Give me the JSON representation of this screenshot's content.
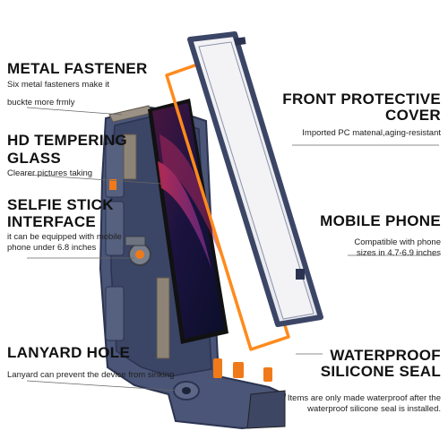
{
  "features": {
    "metal_fastener": {
      "title": "METAL FASTENER",
      "desc_line1": "Six metal fasteners make it",
      "desc_line2": "buckte more frmly"
    },
    "hd_glass": {
      "title_line1": "HD TEMPERING",
      "title_line2": "GLASS",
      "desc": "Clearer pictures taking"
    },
    "selfie_stick": {
      "title_line1": "SELFIE STICK",
      "title_line2": "INTERFACE",
      "desc_line1": "it can be equipped with mobile",
      "desc_line2": "phone under 6.8 inches"
    },
    "lanyard_hole": {
      "title": "LANYARD HOLE",
      "desc": "Lanyard can prevent the device from sinking"
    },
    "front_cover": {
      "title_line1": "FRONT PROTECTIVE",
      "title_line2": "COVER",
      "desc": "Imported PC matenal,aging-resistant"
    },
    "mobile_phone": {
      "title": "MOBILE PHONE",
      "desc_line1": "Compatible with phone",
      "desc_line2": "sizes in 4.7-6.9 inches"
    },
    "waterproof_seal": {
      "title_line1": "WATERPROOF",
      "title_line2": "SILICONE SEAL",
      "desc_line1": "Items are only made waterproof after the",
      "desc_line2": "waterproof silicone seal is installed."
    }
  },
  "colors": {
    "case_body": "#4a5577",
    "case_dark": "#2b3350",
    "accent_orange": "#f07a1a",
    "seal_orange": "#ff8a1c",
    "metal": "#8d8477",
    "screen_top": "#3a1538",
    "screen_bottom": "#0d1030"
  }
}
